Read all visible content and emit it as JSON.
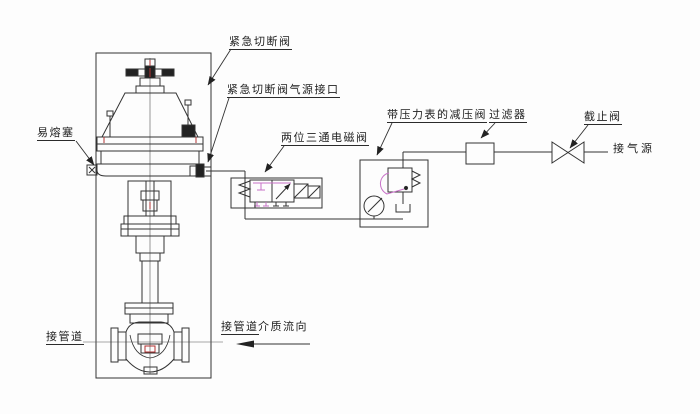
{
  "diagram": {
    "title_context": "emergency shut-off valve pneumatic hookup diagram",
    "labels": {
      "emergency_valve": "紧急切断阀",
      "emergency_valve_air_port": "紧急切断阀气源接口",
      "fusible_plug": "易熔塞",
      "solenoid_valve": "两位三通电磁阀",
      "regulator_with_gauge": "带压力表的减压阀",
      "filter": "过滤器",
      "stop_valve": "截止阀",
      "air_source": "接气源",
      "pipe_connection_left": "接管道",
      "pipe_connection_right": "接管道",
      "flow_direction": "介质流向"
    },
    "colors": {
      "line": "#333333",
      "accent_pink": "#c871c8",
      "accent_red": "#b23232",
      "background": "#fdfdfd"
    }
  }
}
